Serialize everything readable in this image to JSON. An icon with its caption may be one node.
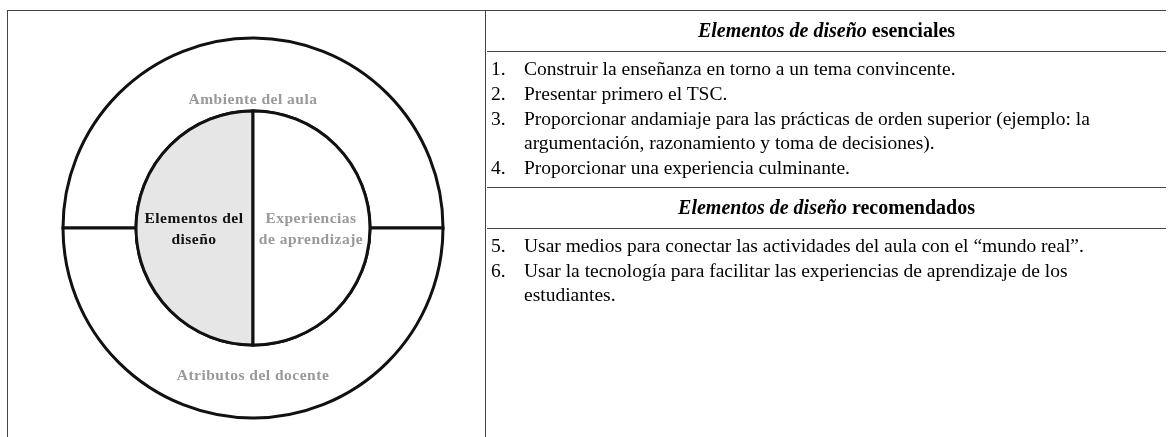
{
  "diagram": {
    "nodes": [
      {
        "text": [
          "Ambiente del aula"
        ]
      },
      {
        "text": [
          "Atributos del docente"
        ]
      },
      {
        "text": [
          "Elementos del diseño"
        ]
      },
      {
        "text": [
          "Experiencias de aprendizaje"
        ]
      }
    ],
    "labels": [
      "*Elementos de diseño* esenciales",
      "1.",
      "Construir la enseñanza en torno a un tema convincente.",
      "2.",
      "Presentar primero el TSC.",
      "3.",
      "Proporcionar andamiaje para las prácticas de orden superior (ejemplo: la argumentación, razonamiento y toma de decisiones).",
      "4.",
      "Proporcionar una experiencia culminante.",
      "*Elementos de diseño* recomendados",
      "5.",
      "Usar medios para conectar las actividades del aula con el “mundo real”.",
      "6.",
      "Usar la tecnología para facilitar las experiencias de aprendizaje de los estudiantes."
    ]
  }
}
